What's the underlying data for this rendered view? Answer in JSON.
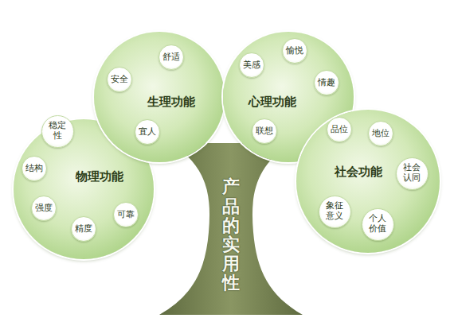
{
  "diagram": {
    "nodes": [
      {
        "text": [
          "物理功能"
        ]
      },
      {
        "text": [
          "稳定性"
        ],
        "in": 0
      },
      {
        "text": [
          "结构"
        ],
        "in": 0
      },
      {
        "text": [
          "强度"
        ],
        "in": 0
      },
      {
        "text": [
          "精度"
        ],
        "in": 0
      },
      {
        "text": [
          "可靠"
        ],
        "in": 0
      },
      {
        "text": [
          "生理功能"
        ]
      },
      {
        "text": [
          "舒适"
        ],
        "in": 6
      },
      {
        "text": [
          "安全"
        ],
        "in": 6
      },
      {
        "text": [
          "宜人"
        ],
        "in": 6
      },
      {
        "text": [
          "心理功能"
        ]
      },
      {
        "text": [
          "美感"
        ],
        "in": 10
      },
      {
        "text": [
          "愉悦"
        ],
        "in": 10
      },
      {
        "text": [
          "情趣"
        ],
        "in": 10
      },
      {
        "text": [
          "联想"
        ],
        "in": 10
      },
      {
        "text": [
          "社会功能"
        ]
      },
      {
        "text": [
          "品位"
        ],
        "in": 15
      },
      {
        "text": [
          "地位"
        ],
        "in": 15
      },
      {
        "text": [
          "社会认同"
        ],
        "in": 15
      },
      {
        "text": [
          "象征意义"
        ],
        "in": 15
      },
      {
        "text": [
          "个人价值"
        ],
        "in": 15
      },
      {
        "text": [
          "产品的实用性"
        ]
      }
    ]
  }
}
